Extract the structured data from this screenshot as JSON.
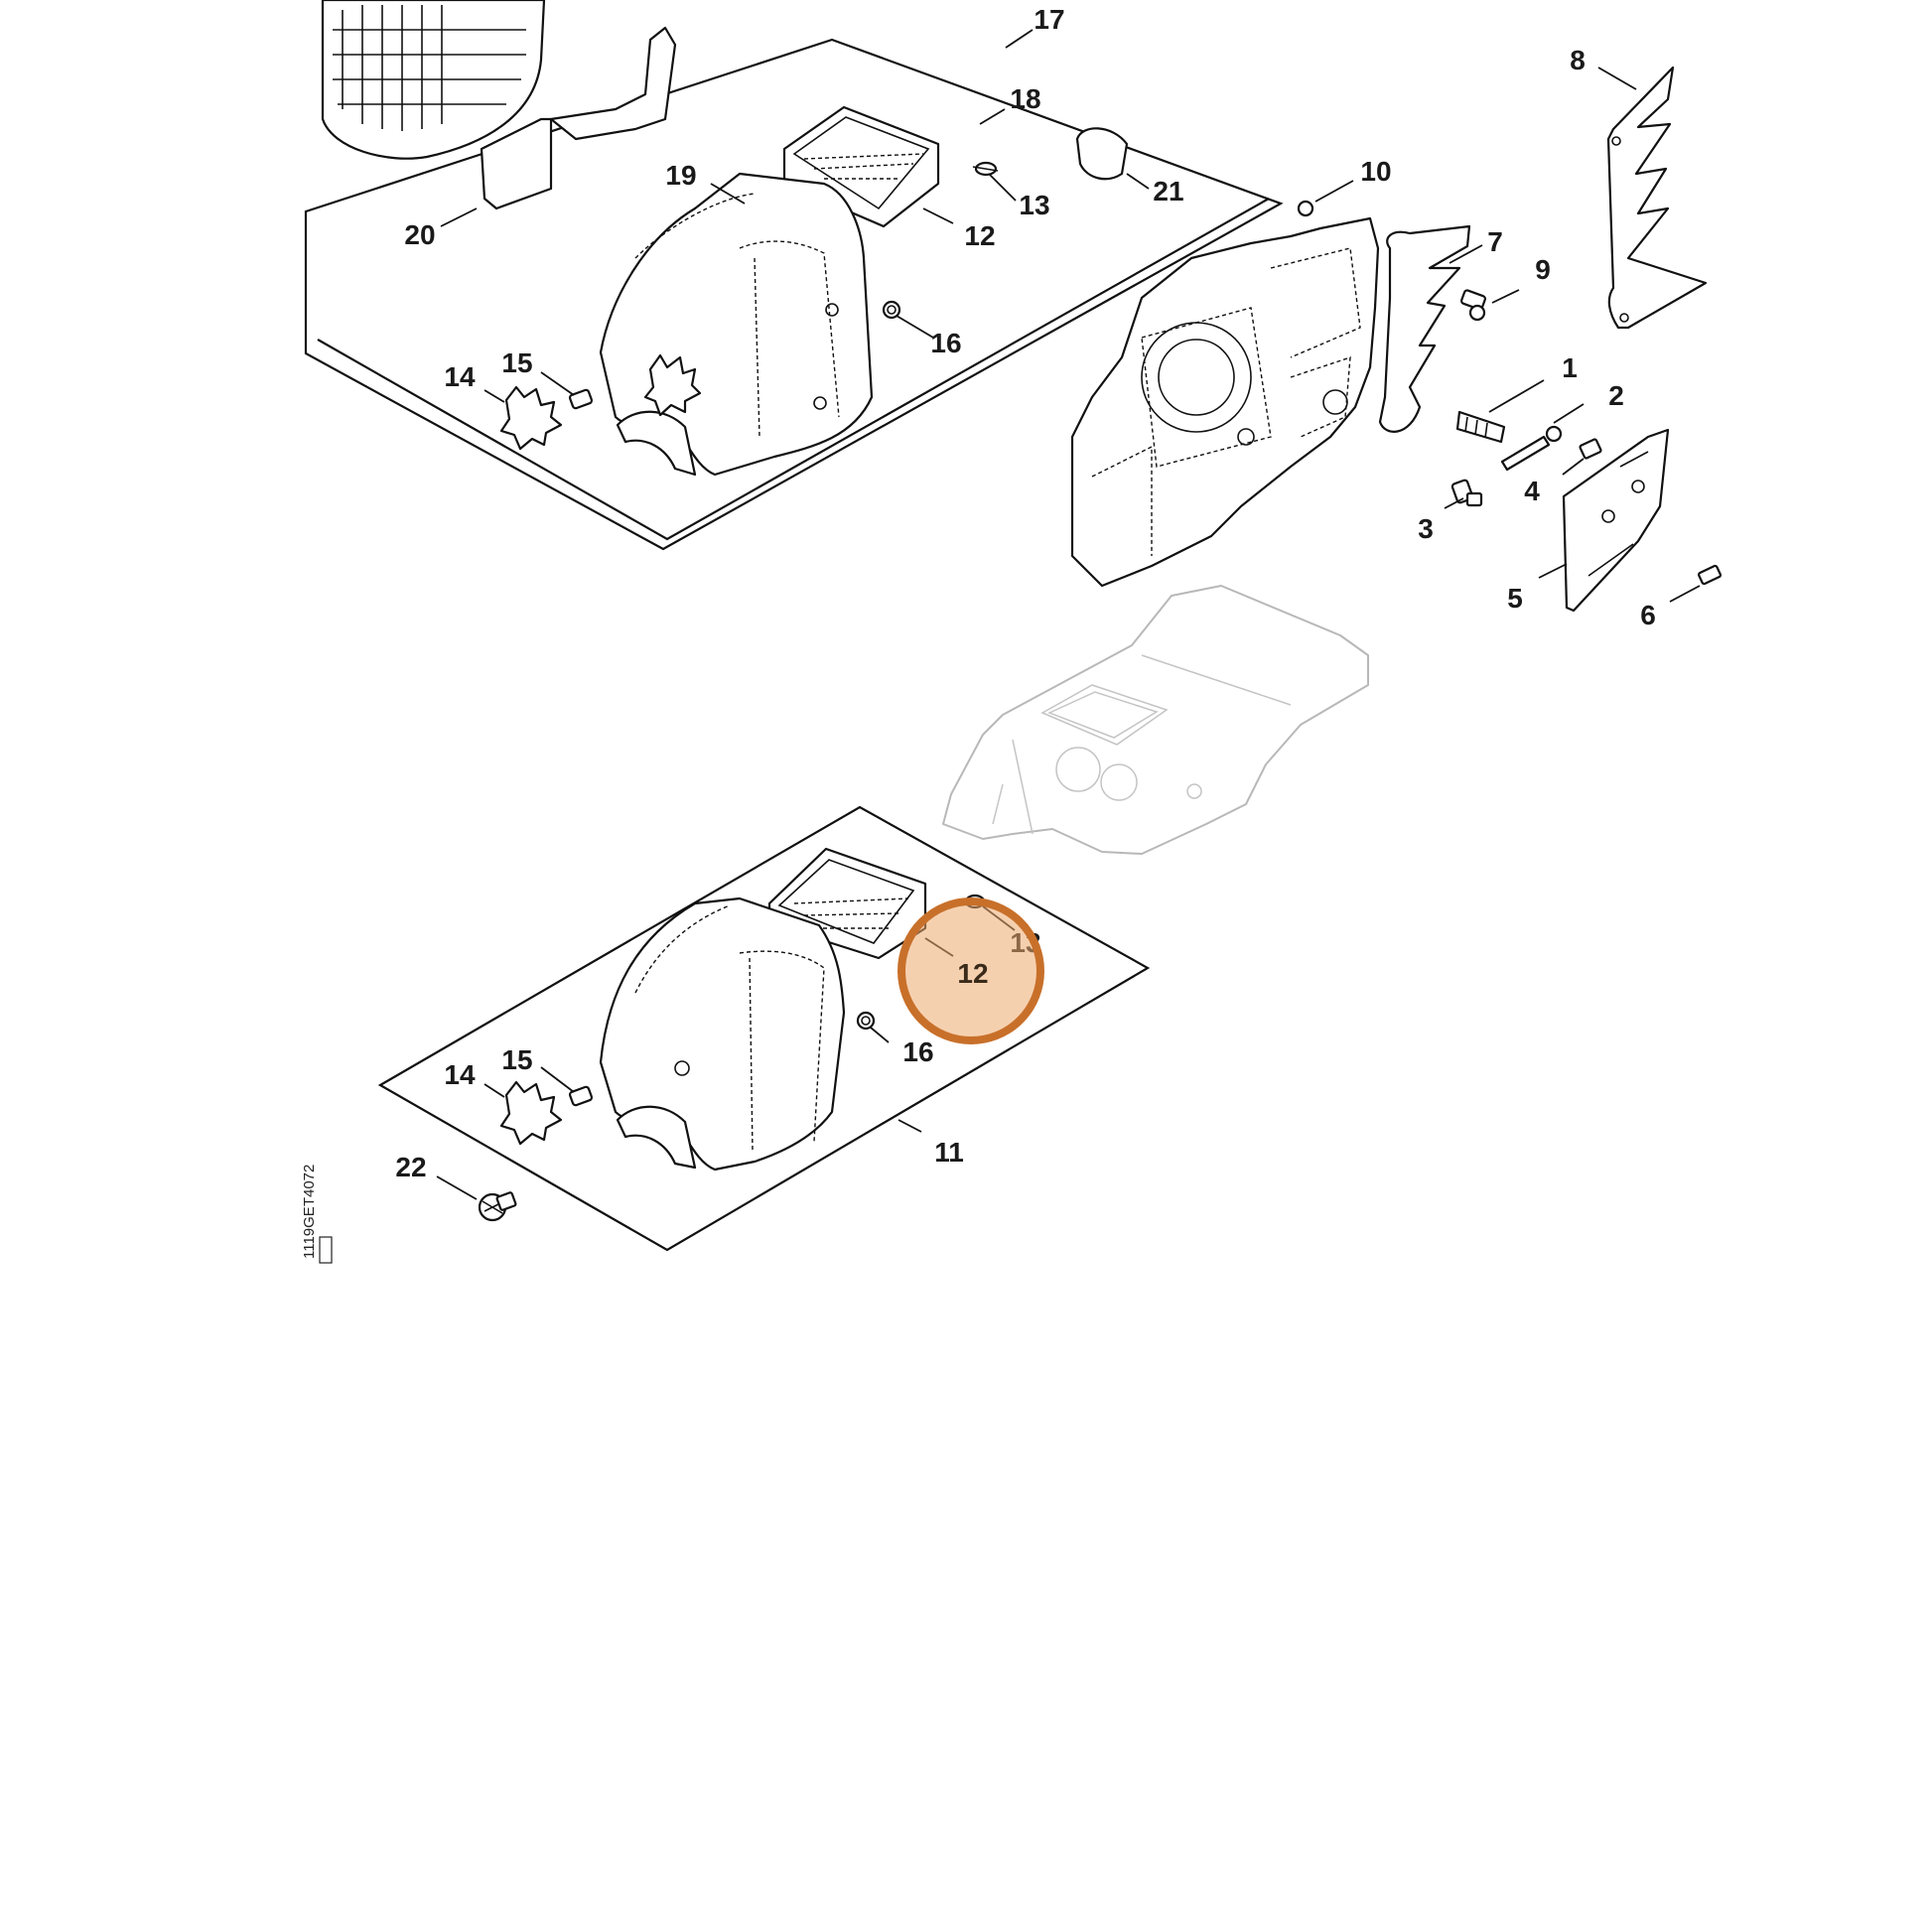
{
  "diagram": {
    "callouts": [
      "1",
      "2",
      "3",
      "4",
      "5",
      "6",
      "7",
      "8",
      "9",
      "10",
      "11",
      "12",
      "13",
      "14",
      "15",
      "16",
      "17",
      "18",
      "19",
      "20",
      "21",
      "22"
    ],
    "upper_kit": {
      "frame_label": "17",
      "labels": [
        "18",
        "19",
        "20",
        "21",
        "12",
        "13",
        "16",
        "14",
        "15"
      ]
    },
    "lower_kit": {
      "frame_label": "11",
      "labels": [
        "12",
        "13",
        "16",
        "14",
        "15"
      ]
    },
    "loose_part": "22",
    "drawing_code": "1119GET4072",
    "highlight": {
      "label": "12",
      "color": "#c8702a",
      "fill": "#eeb07a"
    }
  }
}
